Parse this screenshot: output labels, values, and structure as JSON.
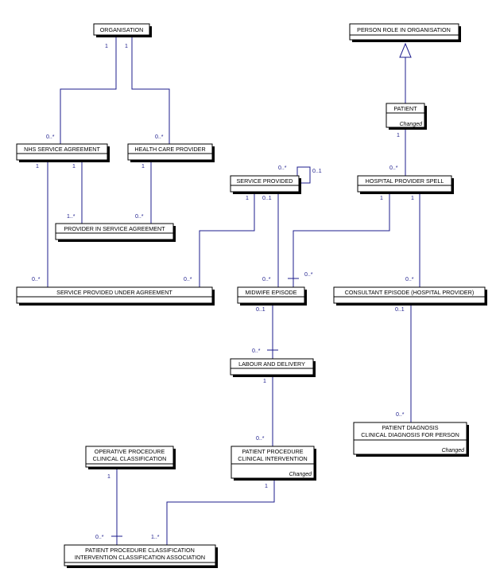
{
  "classes": {
    "organisation": "ORGANISATION",
    "person_role": "PERSON ROLE IN ORGANISATION",
    "patient": "PATIENT",
    "patient_note": "Changed",
    "nhs_service_agreement": "NHS SERVICE AGREEMENT",
    "health_care_provider": "HEALTH CARE PROVIDER",
    "service_provided": "SERVICE PROVIDED",
    "hospital_provider_spell": "HOSPITAL PROVIDER SPELL",
    "provider_in_service_agreement": "PROVIDER IN SERVICE AGREEMENT",
    "service_provided_under_agreement": "SERVICE PROVIDED UNDER AGREEMENT",
    "midwife_episode": "MIDWIFE EPISODE",
    "consultant_episode": "CONSULTANT EPISODE (HOSPITAL PROVIDER)",
    "labour_and_delivery": "LABOUR AND DELIVERY",
    "patient_diagnosis_line1": "PATIENT DIAGNOSIS",
    "patient_diagnosis_line2": "CLINICAL DIAGNOSIS FOR PERSON",
    "patient_diagnosis_note": "Changed",
    "operative_procedure_line1": "OPERATIVE PROCEDURE",
    "operative_procedure_line2": "CLINICAL CLASSIFICATION",
    "patient_procedure_line1": "PATIENT PROCEDURE",
    "patient_procedure_line2": "CLINICAL INTERVENTION",
    "patient_procedure_note": "Changed",
    "classification_assoc_line1": "PATIENT PROCEDURE CLASSIFICATION",
    "classification_assoc_line2": "INTERVENTION CLASSIFICATION ASSOCIATION"
  },
  "multiplicities": {
    "org_to_nhs_one": "1",
    "org_to_hcp_one": "1",
    "nhs_many_from_org": "0..*",
    "hcp_many_from_org": "0..*",
    "patient_one": "1",
    "spell_many": "0..*",
    "sp_self_many": "0..*",
    "sp_self_opt": "0..1",
    "nhs_one_spua": "1",
    "nhs_one_pisa": "1",
    "hcp_one_pisa": "1",
    "pisa_many_nhs": "1..*",
    "pisa_many_hcp": "0..*",
    "sp_one_spua": "1",
    "sp_opt_mw": "0..1",
    "spell_one_mw": "1",
    "spell_one_ce": "1",
    "spua_many_nhs": "0..*",
    "spua_many_sp": "0..*",
    "mw_many_sp": "0..*",
    "mw_many_spell": "0..*",
    "ce_many_spell": "0..*",
    "mw_opt_lad": "0..1",
    "lad_many_mw": "0..*",
    "ce_opt_diag": "0..1",
    "lad_one_pp": "1",
    "diag_many": "0..*",
    "pp_many_lad": "0..*",
    "op_one": "1",
    "pp_one": "1",
    "assoc_many_op": "0..*",
    "assoc_many_pp": "1..*"
  }
}
